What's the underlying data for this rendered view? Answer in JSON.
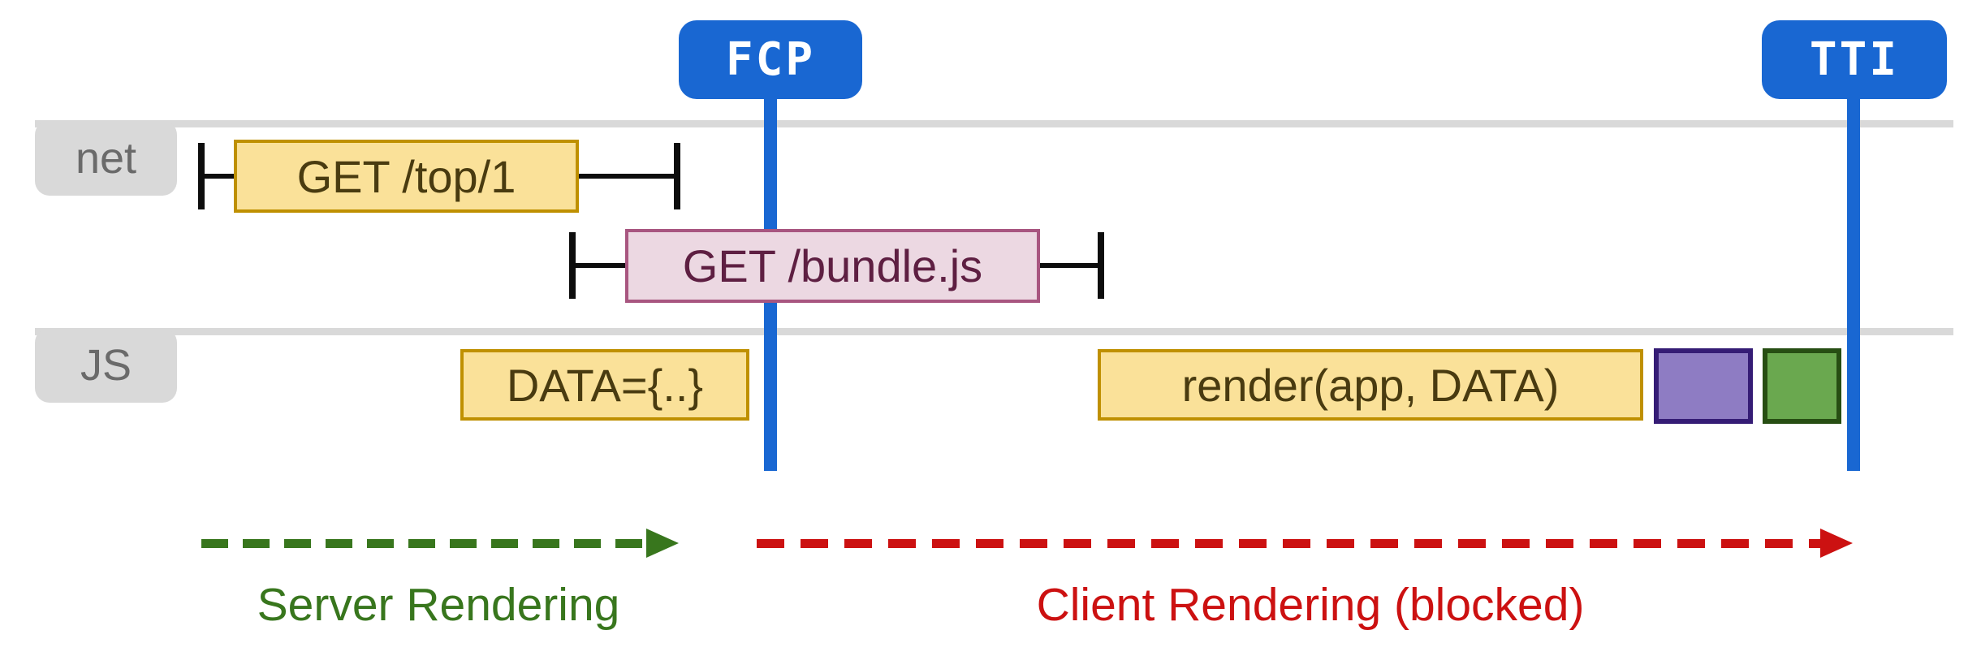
{
  "markers": {
    "fcp": "FCP",
    "tti": "TTI"
  },
  "lanes": {
    "net": "net",
    "js": "JS"
  },
  "bars": {
    "get_top": "GET /top/1",
    "get_bundle": "GET /bundle.js",
    "data_assign": "DATA={..}",
    "render_call": "render(app, DATA)"
  },
  "phases": {
    "server": "Server Rendering",
    "client": "Client Rendering (blocked)"
  },
  "colors": {
    "marker_blue": "#1967d2",
    "lane_gray": "#d9d9d9",
    "lane_label_text": "#6a6a6a",
    "bar_yellow_fill": "#fae199",
    "bar_yellow_border": "#bf9000",
    "bar_yellow_text": "#493b10",
    "bar_pink_fill": "#ecd8e2",
    "bar_pink_border": "#a85680",
    "bar_pink_text": "#5e1f42",
    "block_purple_fill": "#8e7cc3",
    "block_purple_border": "#351c75",
    "block_green_fill": "#6aa84f",
    "block_green_border": "#274e13",
    "server_phase_green": "#38761d",
    "client_phase_red": "#cc1111",
    "whisker_black": "#0d0d0d"
  }
}
